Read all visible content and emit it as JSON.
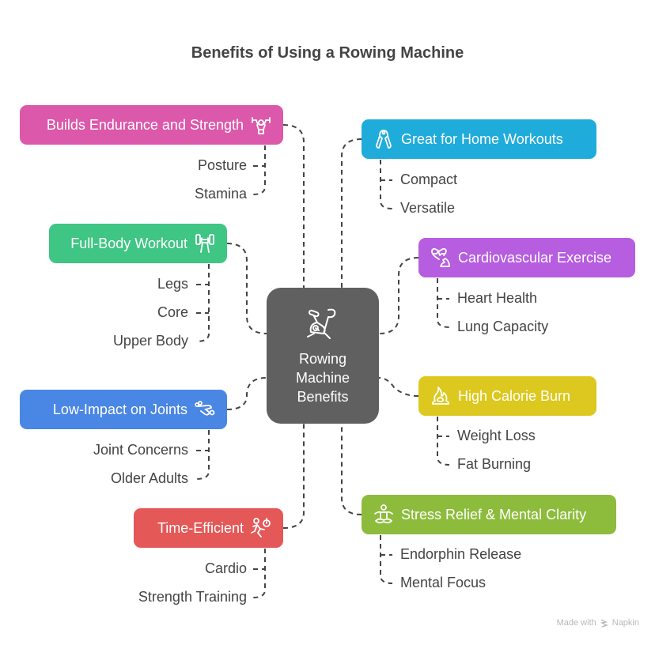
{
  "title": "Benefits of Using a Rowing Machine",
  "center": {
    "line1": "Rowing",
    "line2": "Machine",
    "line3": "Benefits",
    "icon": "exercise-bike-icon"
  },
  "branches": [
    {
      "label": "Builds Endurance and Strength",
      "color": "#DC58AA",
      "icon": "weightlifter-icon",
      "items": [
        "Posture",
        "Stamina"
      ]
    },
    {
      "label": "Full-Body Workout",
      "color": "#3FC584",
      "icon": "dumbbell-hand-icon",
      "items": [
        "Legs",
        "Core",
        "Upper Body"
      ]
    },
    {
      "label": "Low-Impact on Joints",
      "color": "#4A86E4",
      "icon": "joint-icon",
      "items": [
        "Joint Concerns",
        "Older Adults"
      ]
    },
    {
      "label": "Time-Efficient",
      "color": "#E45858",
      "icon": "running-stopwatch-icon",
      "items": [
        "Cardio",
        "Strength Training"
      ]
    },
    {
      "label": "Great for Home Workouts",
      "color": "#20ACDA",
      "icon": "hand-grip-icon",
      "items": [
        "Compact",
        "Versatile"
      ]
    },
    {
      "label": "Cardiovascular Exercise",
      "color": "#B75DE0",
      "icon": "heart-arm-icon",
      "items": [
        "Heart Health",
        "Lung Capacity"
      ]
    },
    {
      "label": "High Calorie Burn",
      "color": "#DCC81E",
      "icon": "flame-icon",
      "items": [
        "Weight Loss",
        "Fat Burning"
      ]
    },
    {
      "label": "Stress Relief & Mental Clarity",
      "color": "#8DBC3C",
      "icon": "meditation-icon",
      "items": [
        "Endorphin Release",
        "Mental Focus"
      ]
    }
  ],
  "footer": {
    "made_with": "Made with",
    "brand": "Napkin"
  },
  "colors": {
    "center": "#606060",
    "text": "#444444",
    "connector": "#444444"
  }
}
